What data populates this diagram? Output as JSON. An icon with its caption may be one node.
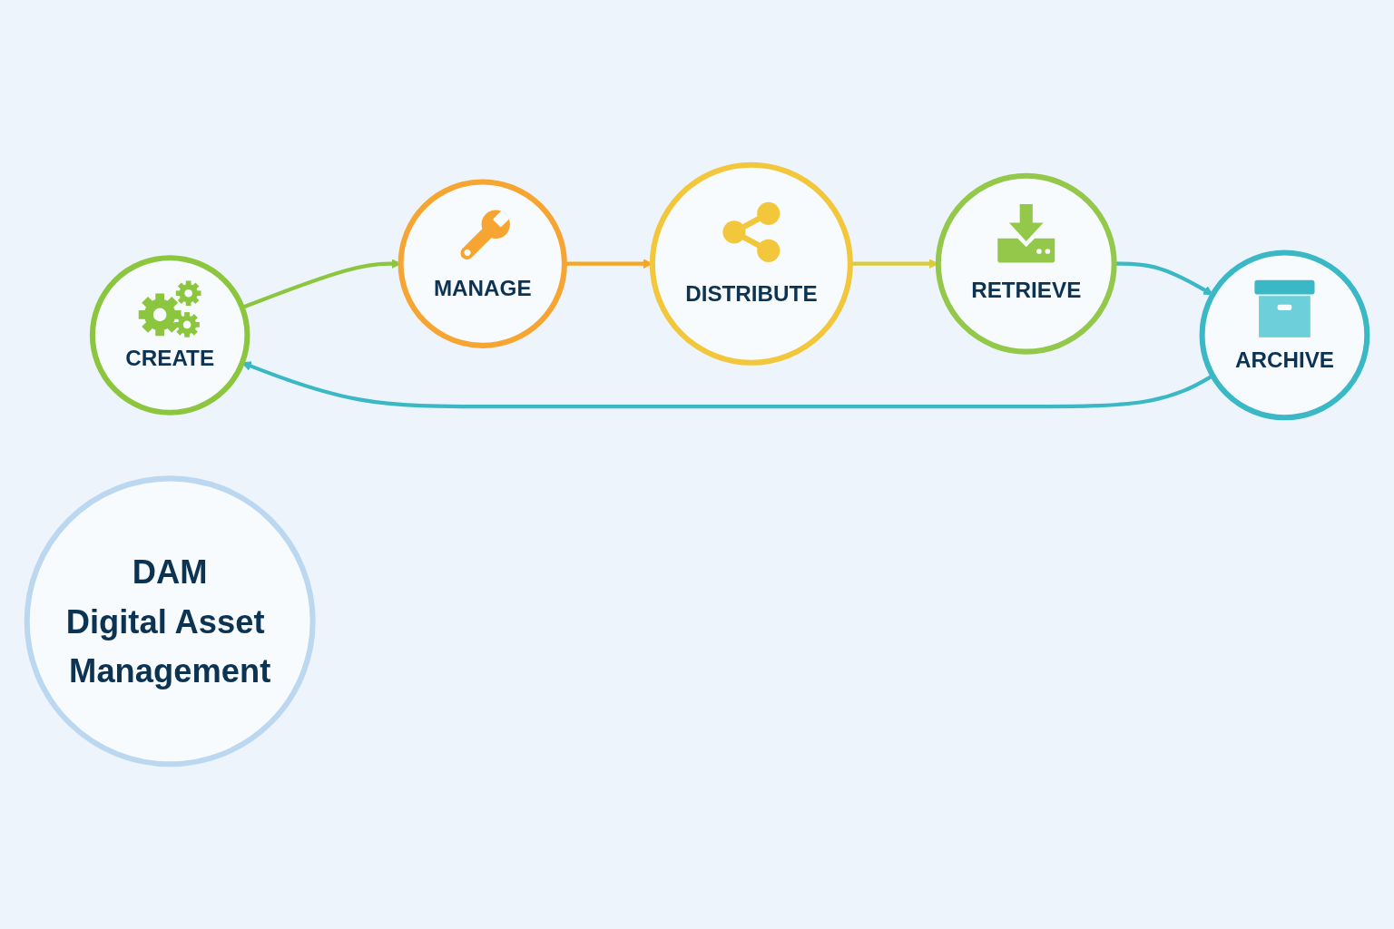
{
  "diagram": {
    "nodes": [
      {
        "text": [
          "CREATE"
        ]
      },
      {
        "text": [
          "MANAGE"
        ]
      },
      {
        "text": [
          "DISTRIBUTE"
        ]
      },
      {
        "text": [
          "RETRIEVE"
        ]
      },
      {
        "text": [
          "ARCHIVE"
        ]
      },
      {
        "text": [
          "DAM",
          "Digital Asset Management"
        ]
      }
    ],
    "edges": [
      {
        "from": 0,
        "to": 1,
        "arrow": "to",
        "color": "#8cc63f"
      },
      {
        "from": 1,
        "to": 2,
        "arrow": "to",
        "color": "#f5a623"
      },
      {
        "from": 2,
        "to": 3,
        "arrow": "to",
        "color": "#d9cc3a"
      },
      {
        "from": 3,
        "to": 4,
        "arrow": "to",
        "color": "#3bb8c5"
      },
      {
        "from": 4,
        "to": 0,
        "arrow": "to",
        "color": "#3bb8c5"
      }
    ]
  }
}
